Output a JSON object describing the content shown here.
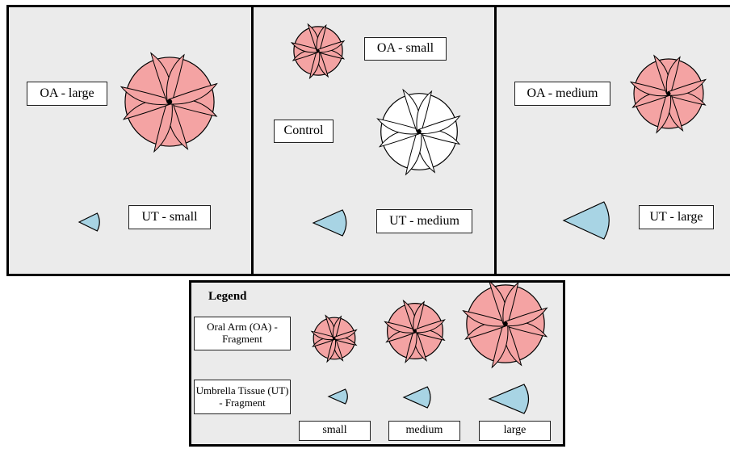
{
  "panels": {
    "left": {
      "oa_label": "OA - large",
      "ut_label": "UT - small"
    },
    "middle": {
      "oa_label": "OA - small",
      "control_label": "Control",
      "ut_label": "UT - medium"
    },
    "right": {
      "oa_label": "OA - medium",
      "ut_label": "UT - large"
    }
  },
  "legend": {
    "title": "Legend",
    "oa_row_label": "Oral Arm (OA) - Fragment",
    "ut_row_label": "Umbrella Tissue (UT) - Fragment",
    "sizes": [
      "small",
      "medium",
      "large"
    ]
  },
  "colors": {
    "oa_fill": "#f4a3a3",
    "control_fill": "#ffffff",
    "ut_fill": "#a8d4e4",
    "panel_bg": "#ebebeb",
    "outline": "#000000"
  }
}
